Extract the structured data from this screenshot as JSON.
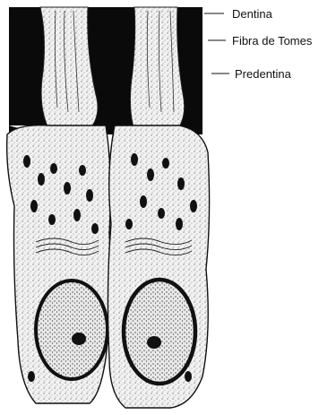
{
  "labels": {
    "dentina": "Dentina",
    "fibra": "Fibra de Tomes",
    "predentina": "Predentina"
  }
}
